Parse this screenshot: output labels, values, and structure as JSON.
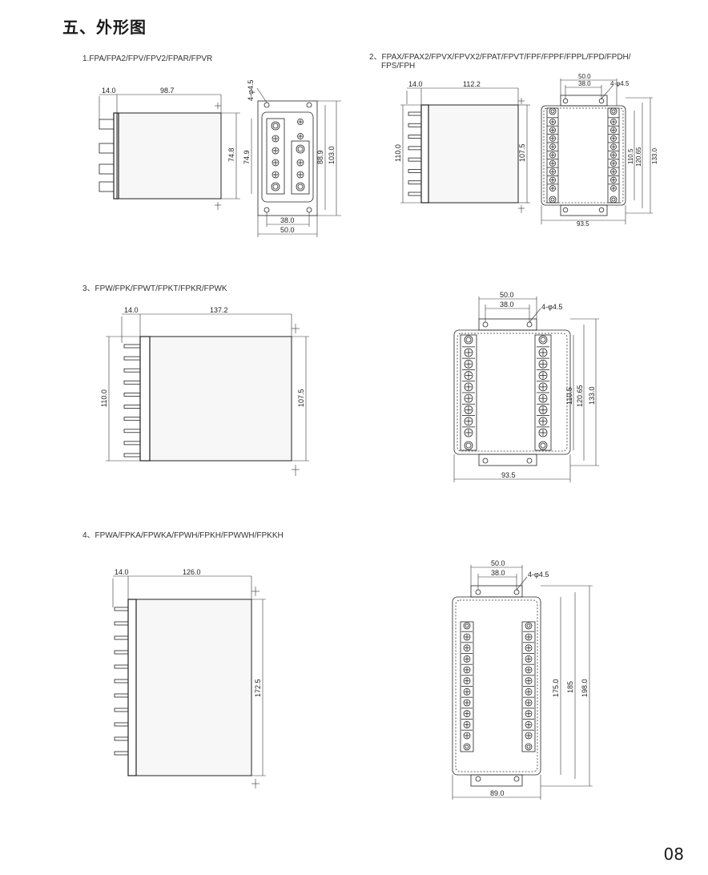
{
  "title": "五、外形图",
  "page_number": "08",
  "drawings": [
    {
      "caption": "1.FPA/FPA2/FPV/FPV2/FPAR/FPVR",
      "side": {
        "d1": "14.0",
        "d2": "98.7",
        "h": "74.8"
      },
      "front": {
        "hole": "4-φ4.5",
        "h1": "74.9",
        "h2": "88.9",
        "h3": "103.0",
        "w1": "38.0",
        "w2": "50.0"
      }
    },
    {
      "caption_line1": "2、FPAX/FPAX2/FPVX/FPVX2/FPAT/FPVT/FPF/FPPF/FPPL/FPD/FPDH/",
      "caption_line2": "FPS/FPH",
      "side": {
        "d1": "14.0",
        "d2": "112.2",
        "h1": "110.0",
        "h2": "107.5"
      },
      "front": {
        "w1": "50.0",
        "w2": "38.0",
        "hole": "4-φ4.5",
        "h1": "110.5",
        "h2": "120.65",
        "h3": "133.0",
        "w3": "93.5"
      }
    },
    {
      "caption": "3、FPW/FPK/FPWT/FPKT/FPKR/FPWK",
      "side": {
        "d1": "14.0",
        "d2": "137.2",
        "h1": "110.0",
        "h2": "107.5"
      },
      "front": {
        "w1": "50.0",
        "w2": "38.0",
        "hole": "4-φ4.5",
        "h1": "110.5",
        "h2": "120.65",
        "h3": "133.0",
        "w3": "93.5"
      }
    },
    {
      "caption": "4、FPWA/FPKA/FPWKA/FPWH/FPKH/FPWWH/FPKKH",
      "side": {
        "d1": "14.0",
        "d2": "126.0",
        "h": "172.5"
      },
      "front": {
        "w1": "50.0",
        "w2": "38.0",
        "hole": "4-φ4.5",
        "h1": "175.0",
        "h2": "185",
        "h3": "198.0",
        "w3": "89.0"
      }
    }
  ]
}
